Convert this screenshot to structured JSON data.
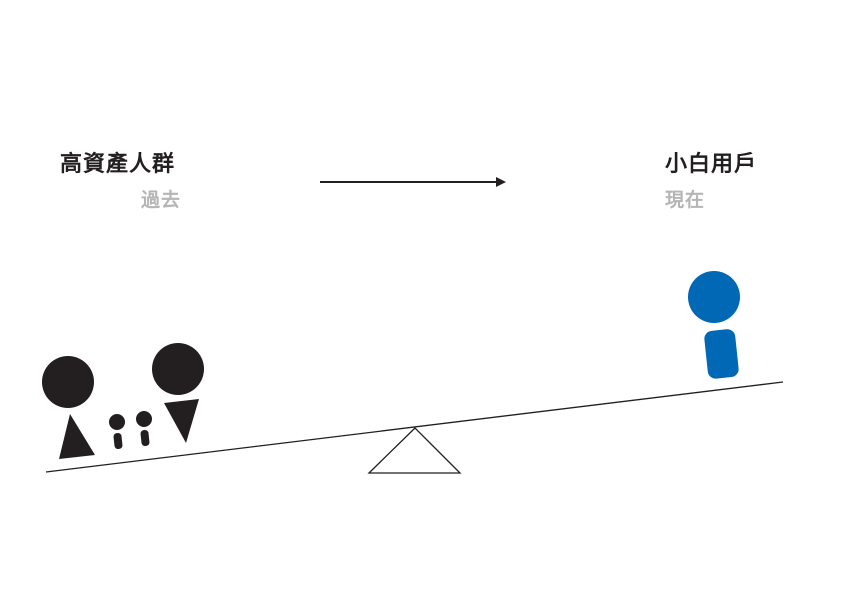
{
  "left_group": {
    "title": "高資產人群",
    "subtitle": "過去"
  },
  "right_group": {
    "title": "小白用戶",
    "subtitle": "現在"
  },
  "colors": {
    "dark": "#231f20",
    "blue": "#0068b5",
    "muted": "#b5b5b5"
  },
  "icons": {
    "arrow": "arrow-right-icon",
    "fulcrum": "triangle-fulcrum-icon"
  }
}
